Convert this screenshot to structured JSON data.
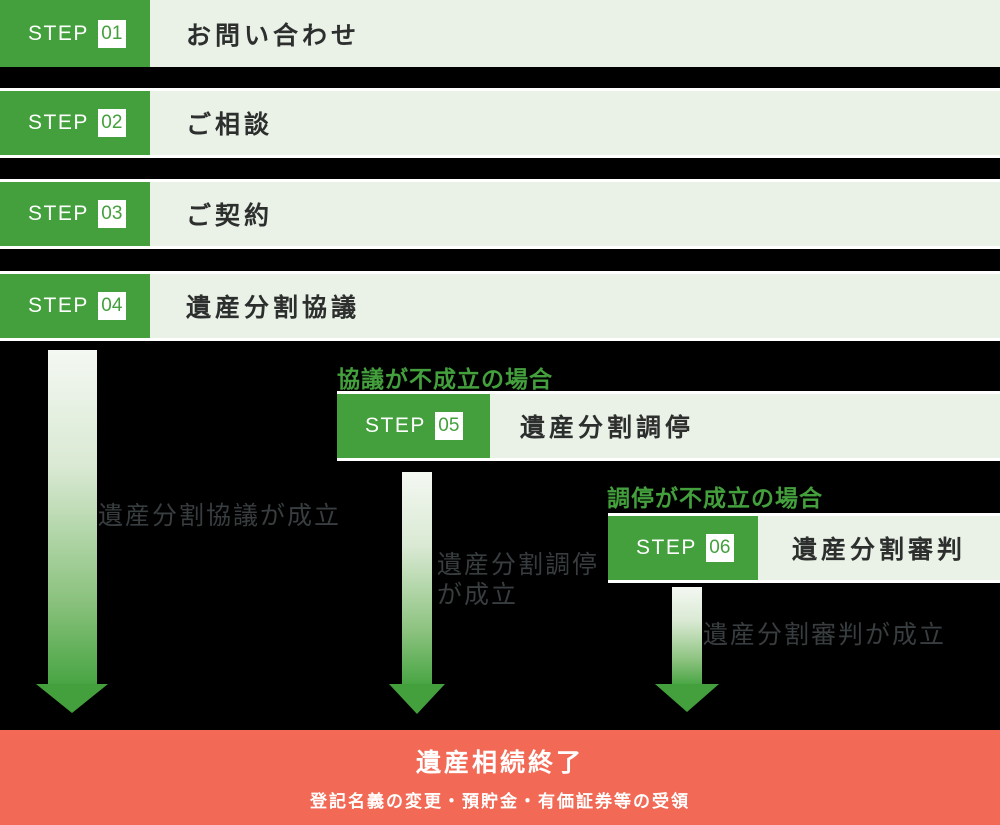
{
  "step_word": "STEP",
  "steps": [
    {
      "num": "01",
      "title": "お問い合わせ"
    },
    {
      "num": "02",
      "title": "ご相談"
    },
    {
      "num": "03",
      "title": "ご契約"
    },
    {
      "num": "04",
      "title": "遺産分割協議"
    },
    {
      "num": "05",
      "title": "遺産分割調停",
      "condition": "協議が不成立の場合"
    },
    {
      "num": "06",
      "title": "遺産分割審判",
      "condition": "調停が不成立の場合"
    }
  ],
  "arrows": [
    {
      "label": "遺産分割協議が成立"
    },
    {
      "label": "遺産分割調停が成立"
    },
    {
      "label": "遺産分割審判が成立"
    }
  ],
  "footer": {
    "title": "遺産相続終了",
    "subtitle": "登記名義の変更・預貯金・有価証券等の受領"
  },
  "colors": {
    "green": "#43a03c",
    "light_bar": "#eaf2e7",
    "salmon": "#f26a56",
    "background": "#000000",
    "title_text": "#2d2f2e",
    "label_text": "#383d40",
    "white": "#ffffff"
  }
}
